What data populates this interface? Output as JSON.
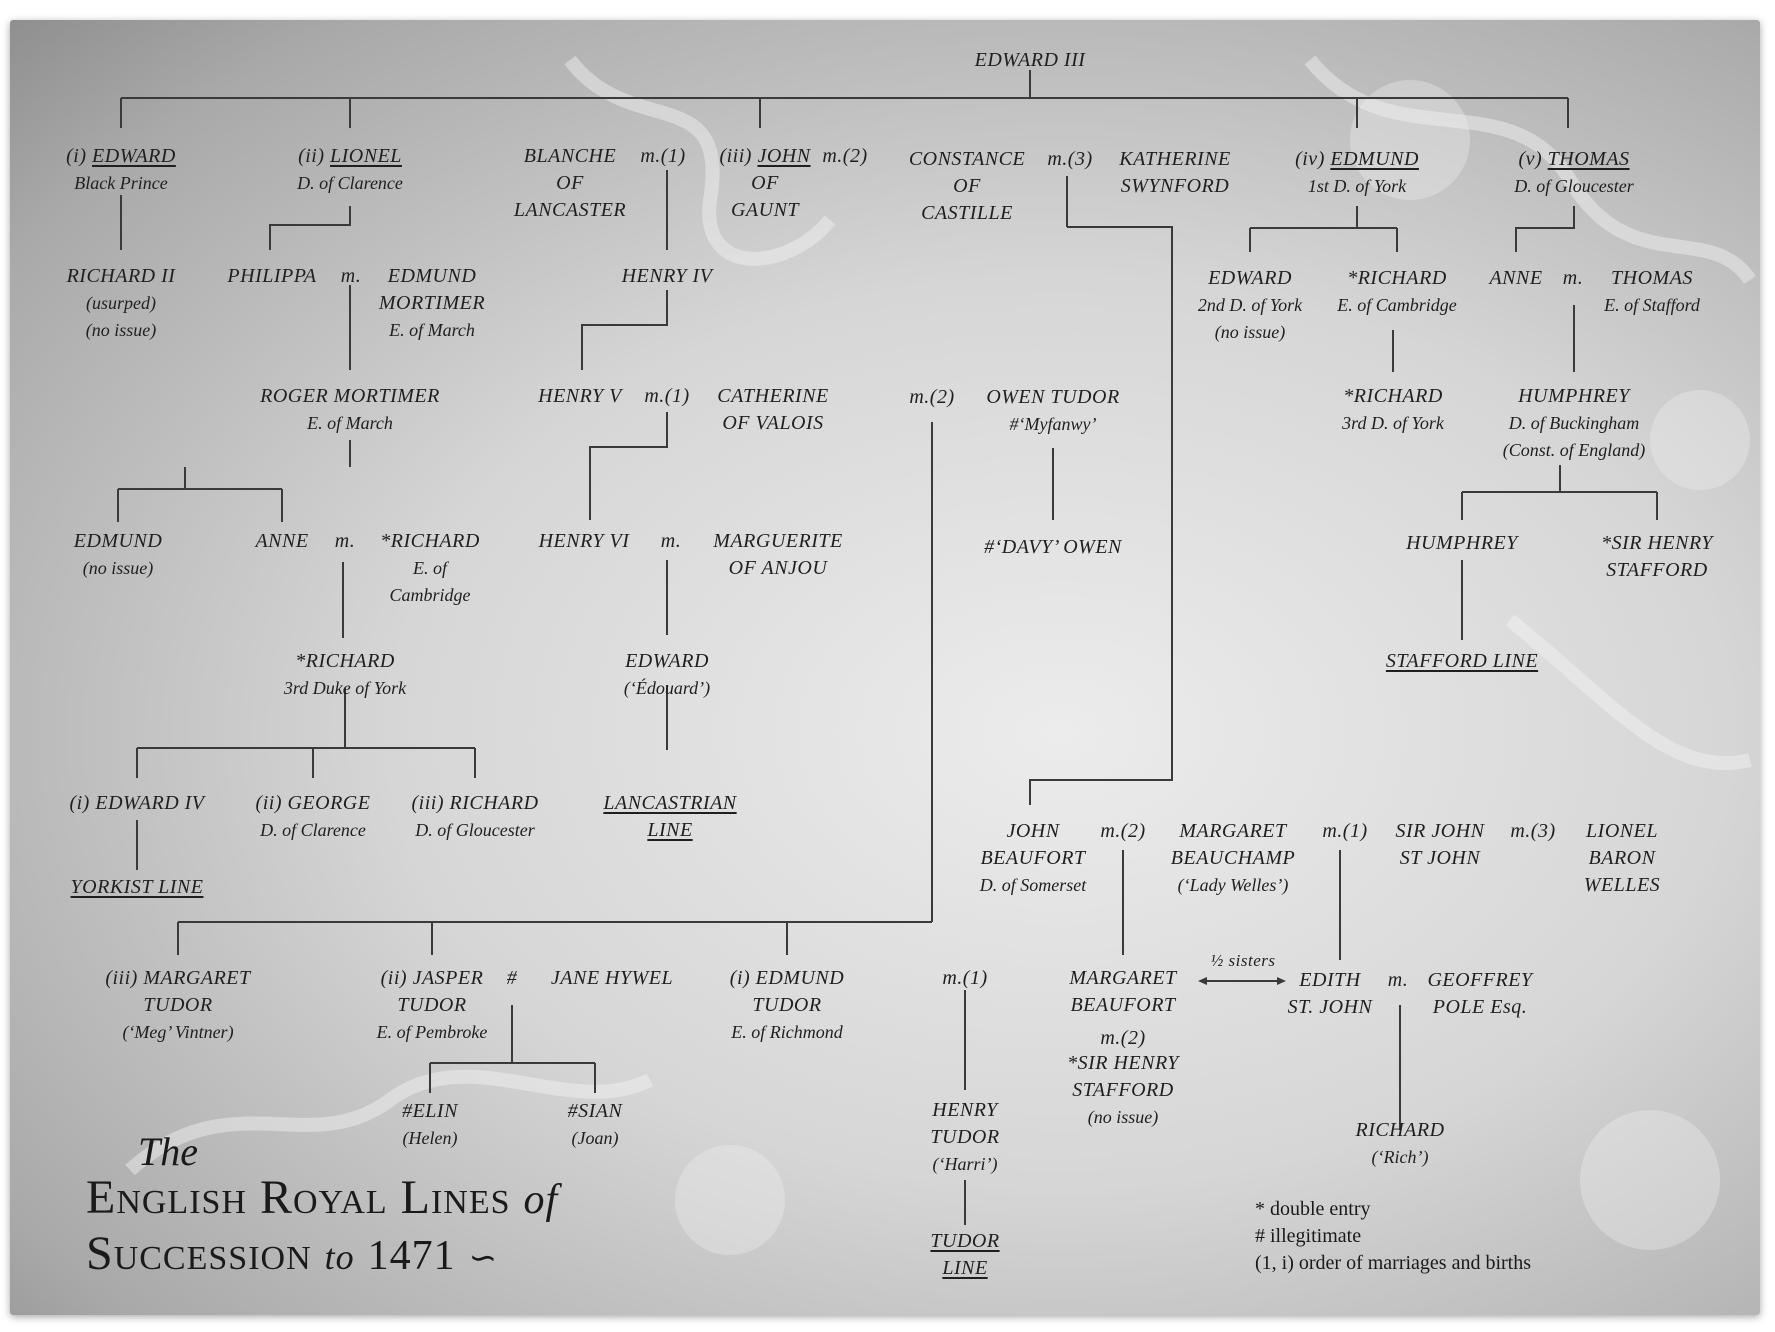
{
  "title": {
    "the": "The",
    "line1": "English Royal Lines",
    "of": "of",
    "line2": "Succession",
    "to": "to",
    "year": "1471"
  },
  "legend": {
    "double": "* double entry",
    "illegit": "# illegitimate",
    "order": "(1, i) order of marriages and births"
  },
  "n": {
    "edward3": "EDWARD III",
    "edward_bp_num": "(i)",
    "edward_bp": "EDWARD",
    "edward_bp_sub": "Black Prince",
    "lionel_num": "(ii)",
    "lionel": "LIONEL",
    "lionel_sub": "D. of Clarence",
    "blanche": "BLANCHE\nOF\nLANCASTER",
    "m1_gaunt": "m.(1)",
    "gaunt_num": "(iii)",
    "gaunt": "JOHN",
    "gaunt_rest": "OF\nGAUNT",
    "m2_gaunt": "m.(2)",
    "constance": "CONSTANCE\nOF\nCASTILLE",
    "m3_gaunt": "m.(3)",
    "katherine": "KATHERINE\nSWYNFORD",
    "edmund_num": "(iv)",
    "edmund": "EDMUND",
    "edmund_sub": "1st D. of York",
    "thomas_num": "(v)",
    "thomas": "THOMAS",
    "thomas_sub": "D. of Gloucester",
    "richard2": "RICHARD II",
    "richard2_sub": "(usurped)\n(no issue)",
    "philippa": "PHILIPPA",
    "m_philippa": "m.",
    "edmund_mortimer": "EDMUND\nMORTIMER",
    "edmund_mortimer_sub": "E. of March",
    "henry4": "HENRY IV",
    "edward2york": "EDWARD",
    "edward2york_sub": "2nd D. of York\n(no issue)",
    "richard_camb1": "*RICHARD",
    "richard_camb1_sub": "E. of Cambridge",
    "anne_glou": "ANNE",
    "m_anne_glou": "m.",
    "thomas_stafford": "THOMAS",
    "thomas_stafford_sub": "E. of Stafford",
    "roger_mortimer": "ROGER MORTIMER",
    "roger_mortimer_sub": "E. of March",
    "henry5": "HENRY V",
    "m1_henry5": "m.(1)",
    "catherine": "CATHERINE\nOF VALOIS",
    "m2_catherine": "m.(2)",
    "owen_tudor": "OWEN TUDOR",
    "owen_tudor_sub": "#‘Myfanwy’",
    "richard3york_a": "*RICHARD",
    "richard3york_a_sub": "3rd D. of York",
    "humphrey_buck": "HUMPHREY",
    "humphrey_buck_sub": "D. of Buckingham\n(Const. of England)",
    "edmund_noissue": "EDMUND",
    "edmund_noissue_sub": "(no issue)",
    "anne_mort": "ANNE",
    "m_anne_mort": "m.",
    "richard_camb2": "*RICHARD",
    "richard_camb2_sub": "E. of\nCambridge",
    "henry6": "HENRY VI",
    "m_henry6": "m.",
    "marguerite": "MARGUERITE\nOF ANJOU",
    "davy_owen": "#‘DAVY’ OWEN",
    "humphrey2": "HUMPHREY",
    "sir_henry_stafford1": "*SIR HENRY\nSTAFFORD",
    "richard3york_b": "*RICHARD",
    "richard3york_b_sub": "3rd Duke of York",
    "edward_edouard": "EDWARD",
    "edward_edouard_sub": "(‘Édouard’)",
    "stafford_line": "STAFFORD LINE",
    "edward4": "(i) EDWARD IV",
    "george_num": "(ii) GEORGE",
    "george_sub": "D. of Clarence",
    "richard_glou": "(iii) RICHARD",
    "richard_glou_sub": "D. of Gloucester",
    "lancastrian_line": "LANCASTRIAN\nLINE",
    "john_beaufort": "JOHN\nBEAUFORT",
    "john_beaufort_sub": "D. of Somerset",
    "m2_beaufort": "m.(2)",
    "margaret_beauchamp": "MARGARET\nBEAUCHAMP",
    "margaret_beauchamp_sub": "(‘Lady Welles’)",
    "m1_beauchamp": "m.(1)",
    "sir_john_stjohn": "SIR JOHN\nST JOHN",
    "m3_beauchamp": "m.(3)",
    "lionel_welles": "LIONEL\nBARON\nWELLES",
    "yorkist_line": "YORKIST LINE",
    "margaret_tudor": "(iii) MARGARET\nTUDOR",
    "margaret_tudor_sub": "(‘Meg’ Vintner)",
    "jasper_tudor": "(ii) JASPER\nTUDOR",
    "jasper_tudor_sub": "E. of Pembroke",
    "hash_jasper": "#",
    "jane_hywel": "JANE HYWEL",
    "edmund_tudor": "(i) EDMUND\nTUDOR",
    "edmund_tudor_sub": "E. of Richmond",
    "m1_edmund_tudor": "m.(1)",
    "half_sisters": "½ sisters",
    "margaret_beaufort": "MARGARET\nBEAUFORT",
    "m2_margaret_beaufort": "m.(2)",
    "sir_henry_stafford2": "*SIR HENRY\nSTAFFORD",
    "sir_henry_stafford2_sub": "(no issue)",
    "edith_stjohn": "EDITH\nST. JOHN",
    "m_edith": "m.",
    "geoffrey_pole": "GEOFFREY\nPOLE Esq.",
    "elin": "#ELIN",
    "elin_sub": "(Helen)",
    "sian": "#SIAN",
    "sian_sub": "(Joan)",
    "henry_tudor": "HENRY\nTUDOR",
    "henry_tudor_sub": "(‘Harri’)",
    "richard_rich": "RICHARD",
    "richard_rich_sub": "(‘Rich’)",
    "tudor_line": "TUDOR\nLINE"
  }
}
